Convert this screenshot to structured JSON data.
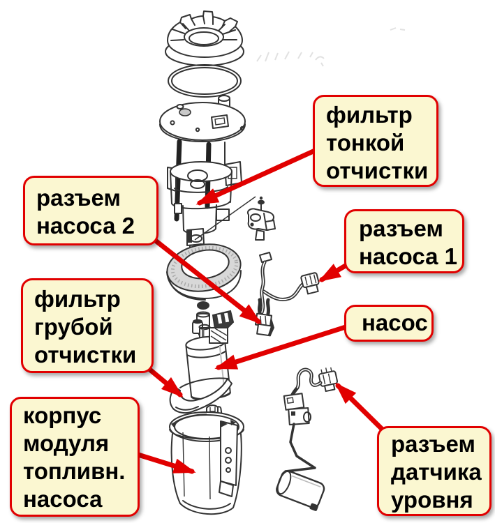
{
  "labels": [
    {
      "id": "fine-filter",
      "text": "фильтр\nтонкой\nотчистки"
    },
    {
      "id": "pump-connector-2",
      "text": "разъем\nнасоса 2"
    },
    {
      "id": "pump-connector-1",
      "text": "разъем\nнасоса 1"
    },
    {
      "id": "coarse-filter",
      "text": "фильтр\nгрубой\nотчистки"
    },
    {
      "id": "pump",
      "text": "насос"
    },
    {
      "id": "module-housing",
      "text": "корпус\nмодуля\nтопливн.\nнасоса"
    },
    {
      "id": "level-sensor-connector",
      "text": "разъем\nдатчика\nуровня"
    }
  ],
  "parts": [
    "lock-ring",
    "o-ring-seal",
    "flange-cover",
    "fine-filter-housing",
    "pressure-regulator",
    "rubber-damper-ring",
    "pump-wiring-harness",
    "fuel-pump",
    "coarse-strainer",
    "module-housing-cup",
    "level-sensor",
    "float"
  ],
  "colors": {
    "label_fill": "#FBF7D1",
    "label_border": "#E10000",
    "arrow_red": "#E10000",
    "line_ink": "#333333",
    "ring_gray": "#D8D8D8",
    "background": "#FFFFFF"
  }
}
